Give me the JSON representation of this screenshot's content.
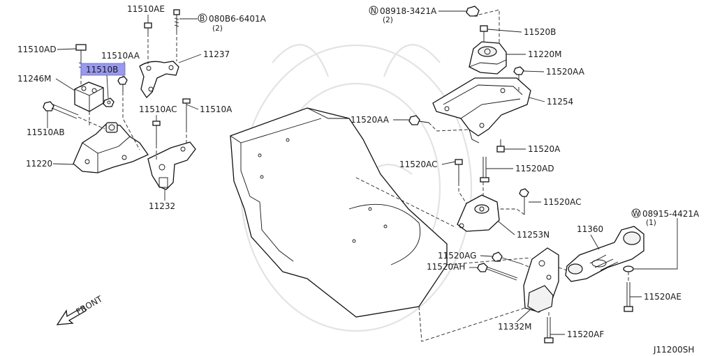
{
  "diagram": {
    "code": "J11200SH",
    "front_label": "FRONT",
    "highlight_color": "#9999ee",
    "callouts": [
      {
        "id": "c-11510ae",
        "text": "11510AE"
      },
      {
        "id": "c-bolt-b",
        "text": "080B6-6401A",
        "symbol": "B",
        "qty": "(2)"
      },
      {
        "id": "c-11510ad",
        "text": "11510AD"
      },
      {
        "id": "c-11510aa",
        "text": "11510AA"
      },
      {
        "id": "c-11237",
        "text": "11237"
      },
      {
        "id": "c-11510b",
        "text": "11510B",
        "highlighted": true
      },
      {
        "id": "c-11246m",
        "text": "11246M"
      },
      {
        "id": "c-11510ac-left",
        "text": "11510AC"
      },
      {
        "id": "c-11510a",
        "text": "11510A"
      },
      {
        "id": "c-11510ab",
        "text": "11510AB"
      },
      {
        "id": "c-11220",
        "text": "11220"
      },
      {
        "id": "c-11232",
        "text": "11232"
      },
      {
        "id": "c-nut-n",
        "text": "08918-3421A",
        "symbol": "N",
        "qty": "(2)"
      },
      {
        "id": "c-11520b",
        "text": "11520B"
      },
      {
        "id": "c-11220m",
        "text": "11220M"
      },
      {
        "id": "c-11520aa-top",
        "text": "11520AA"
      },
      {
        "id": "c-11254",
        "text": "11254"
      },
      {
        "id": "c-11520aa-left",
        "text": "11520AA"
      },
      {
        "id": "c-11520a",
        "text": "11520A"
      },
      {
        "id": "c-11520ac-mid",
        "text": "11520AC"
      },
      {
        "id": "c-11520ad",
        "text": "11520AD"
      },
      {
        "id": "c-11520ac-right",
        "text": "11520AC"
      },
      {
        "id": "c-11253n",
        "text": "11253N"
      },
      {
        "id": "c-11360",
        "text": "11360"
      },
      {
        "id": "c-washer-w",
        "text": "08915-4421A",
        "symbol": "W",
        "qty": "(1)"
      },
      {
        "id": "c-11520ag",
        "text": "11520AG"
      },
      {
        "id": "c-11520ah",
        "text": "11520AH"
      },
      {
        "id": "c-11520ae",
        "text": "11520AE"
      },
      {
        "id": "c-11332m",
        "text": "11332M"
      },
      {
        "id": "c-11520af",
        "text": "11520AF"
      }
    ]
  }
}
